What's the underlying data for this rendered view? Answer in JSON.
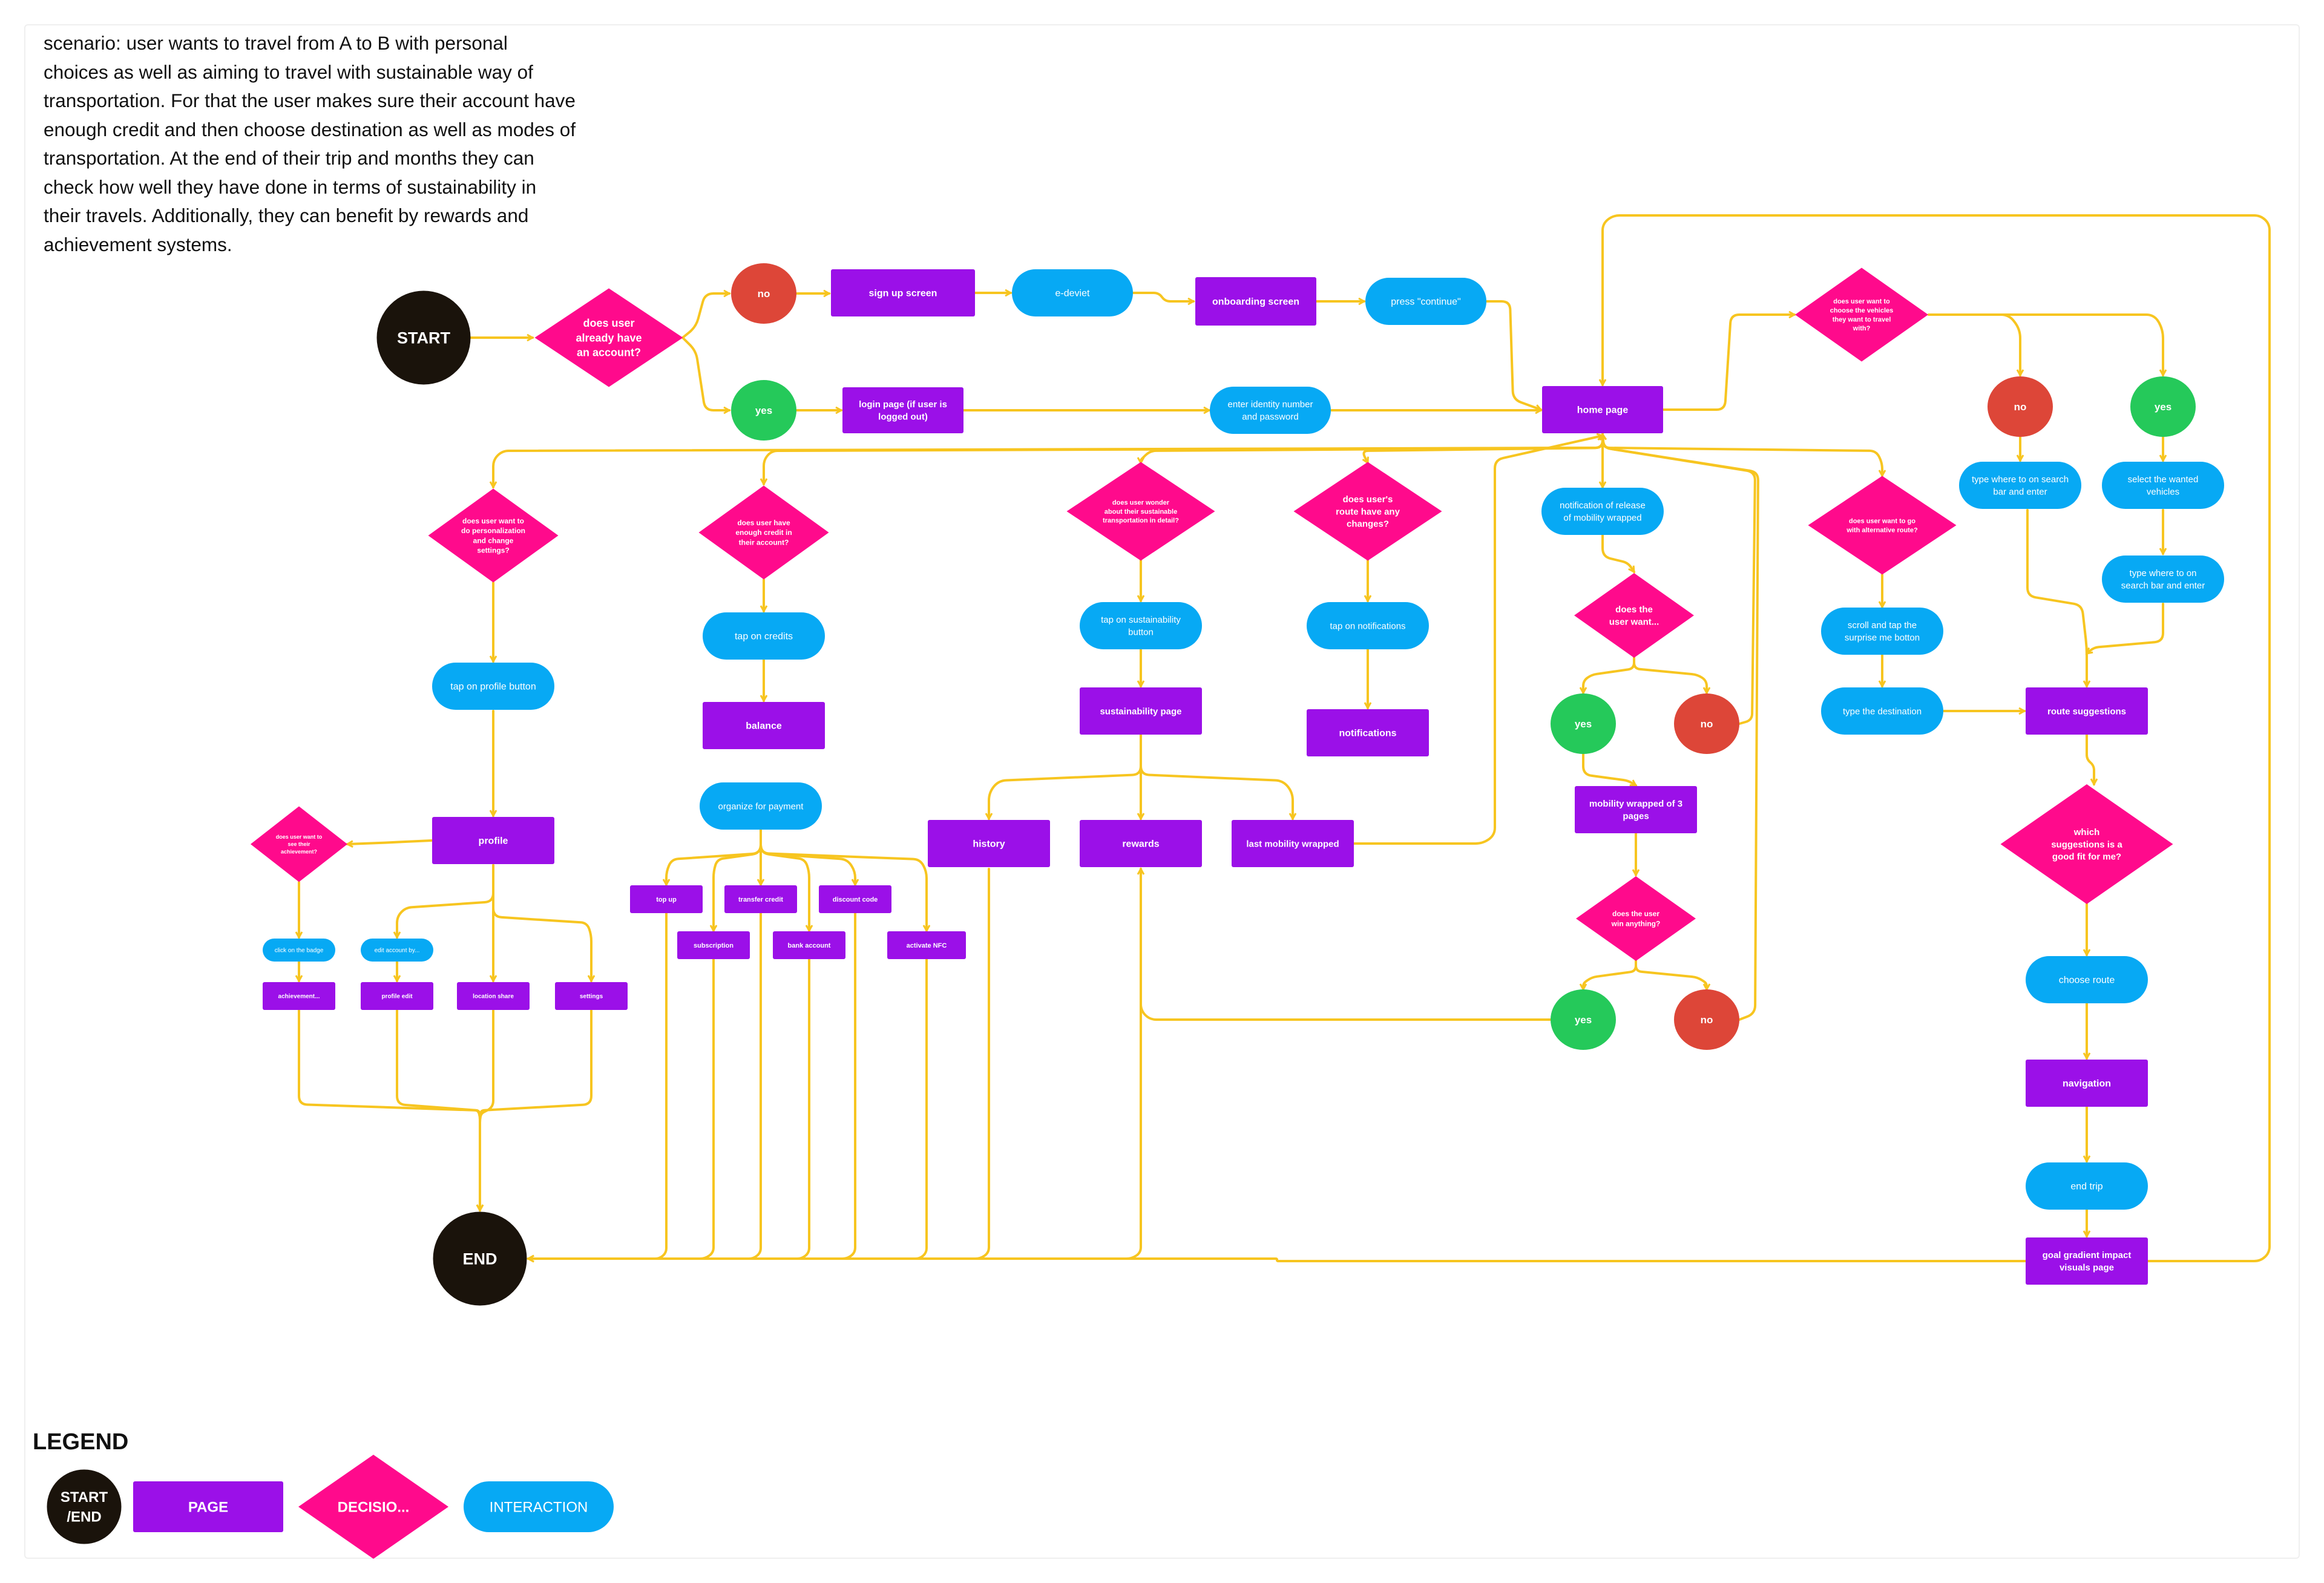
{
  "scenario": "scenario: user wants to travel from A to B with personal choices as well as aiming to travel with sustainable way of transportation. For that the user makes sure their account have enough credit and then choose destination as well as modes of transportation. At the end of their trip and months they can check how well they have done in terms of sustainability in their travels. Additionally, they can benefit by rewards and achievement systems.",
  "legend": {
    "title": "LEGEND",
    "items": [
      {
        "id": "lg-start-end",
        "kind": "terminal",
        "label": "START\n/END"
      },
      {
        "id": "lg-page",
        "kind": "page",
        "label": "PAGE"
      },
      {
        "id": "lg-decision",
        "kind": "decision",
        "label": "DECISIO..."
      },
      {
        "id": "lg-interaction",
        "kind": "interaction",
        "label": "INTERACTION"
      }
    ]
  },
  "colors": {
    "page": "#9b10e8",
    "decision": "#ff0a8c",
    "interaction": "#07a9f4",
    "terminal": "#1a130b",
    "yes": "#25c95a",
    "no": "#dd4638",
    "connector": "#f7c520"
  },
  "nodes": [
    {
      "id": "start",
      "kind": "terminal",
      "label": "START"
    },
    {
      "id": "q-account",
      "kind": "decision",
      "label": "does user\nalready have\nan account?"
    },
    {
      "id": "no-1",
      "kind": "no",
      "label": "no"
    },
    {
      "id": "yes-1",
      "kind": "yes",
      "label": "yes"
    },
    {
      "id": "signup",
      "kind": "page",
      "label": "sign up screen"
    },
    {
      "id": "e-deviet",
      "kind": "interaction",
      "label": "e-deviet"
    },
    {
      "id": "onboarding",
      "kind": "page",
      "label": "onboarding screen"
    },
    {
      "id": "press-continue",
      "kind": "interaction",
      "label": "press \"continue\""
    },
    {
      "id": "login",
      "kind": "page",
      "label": "login page (if user is\nlogged out)"
    },
    {
      "id": "enter-id",
      "kind": "interaction",
      "label": "enter identity number\nand password"
    },
    {
      "id": "home",
      "kind": "page",
      "label": "home page"
    },
    {
      "id": "q-vehicles",
      "kind": "decision",
      "label": "does user want to\nchoose the vehicles\nthey want to travel\nwith?"
    },
    {
      "id": "no-2",
      "kind": "no",
      "label": "no"
    },
    {
      "id": "yes-2",
      "kind": "yes",
      "label": "yes"
    },
    {
      "id": "type-search-1",
      "kind": "interaction",
      "label": "type where to on search\nbar and enter"
    },
    {
      "id": "select-vehicles",
      "kind": "interaction",
      "label": "select the wanted\nvehicles"
    },
    {
      "id": "type-search-2",
      "kind": "interaction",
      "label": "type where to on\nsearch bar and enter"
    },
    {
      "id": "q-personalize",
      "kind": "decision",
      "label": "does user want to\ndo personalization\nand change\nsettings?"
    },
    {
      "id": "tap-profile",
      "kind": "interaction",
      "label": "tap on profile button"
    },
    {
      "id": "profile",
      "kind": "page",
      "label": "profile"
    },
    {
      "id": "q-achievements",
      "kind": "decision",
      "label": "does user want to\nsee their\nachievement?"
    },
    {
      "id": "click-badge",
      "kind": "interaction",
      "label": "click on the badge"
    },
    {
      "id": "edit-account",
      "kind": "interaction",
      "label": "edit account by..."
    },
    {
      "id": "achievement-page",
      "kind": "page",
      "label": "achievement..."
    },
    {
      "id": "profile-edit",
      "kind": "page",
      "label": "profile edit"
    },
    {
      "id": "location-share",
      "kind": "page",
      "label": "location share"
    },
    {
      "id": "settings",
      "kind": "page",
      "label": "settings"
    },
    {
      "id": "end",
      "kind": "terminal",
      "label": "END"
    },
    {
      "id": "q-credit",
      "kind": "decision",
      "label": "does user have\nenough credit in\ntheir account?"
    },
    {
      "id": "tap-credits",
      "kind": "interaction",
      "label": "tap on credits"
    },
    {
      "id": "balance",
      "kind": "page",
      "label": "balance"
    },
    {
      "id": "organize-payment",
      "kind": "interaction",
      "label": "organize for payment"
    },
    {
      "id": "top-up",
      "kind": "page",
      "label": "top up"
    },
    {
      "id": "transfer-credit",
      "kind": "page",
      "label": "transfer credit"
    },
    {
      "id": "discount-code",
      "kind": "page",
      "label": "discount code"
    },
    {
      "id": "subscription",
      "kind": "page",
      "label": "subscription"
    },
    {
      "id": "bank-account",
      "kind": "page",
      "label": "bank account"
    },
    {
      "id": "activate-nfc",
      "kind": "page",
      "label": "activate NFC"
    },
    {
      "id": "q-sustainable",
      "kind": "decision",
      "label": "does user wonder\nabout their sustainable\ntransportation in detail?"
    },
    {
      "id": "tap-sustainability",
      "kind": "interaction",
      "label": "tap on sustainability\nbutton"
    },
    {
      "id": "sustainability-page",
      "kind": "page",
      "label": "sustainability page"
    },
    {
      "id": "history",
      "kind": "page",
      "label": "history"
    },
    {
      "id": "rewards",
      "kind": "page",
      "label": "rewards"
    },
    {
      "id": "last-mobility",
      "kind": "page",
      "label": "last mobility wrapped"
    },
    {
      "id": "q-route-changes",
      "kind": "decision",
      "label": "does user's\nroute have any\nchanges?"
    },
    {
      "id": "tap-notifications",
      "kind": "interaction",
      "label": "tap on notifications"
    },
    {
      "id": "notifications",
      "kind": "page",
      "label": "notifications"
    },
    {
      "id": "notif-release",
      "kind": "interaction",
      "label": "notification of release\nof mobility wrapped"
    },
    {
      "id": "q-user-want",
      "kind": "decision",
      "label": "does the\nuser want..."
    },
    {
      "id": "yes-3",
      "kind": "yes",
      "label": "yes"
    },
    {
      "id": "no-3",
      "kind": "no",
      "label": "no"
    },
    {
      "id": "mobility-3-pages",
      "kind": "page",
      "label": "mobility wrapped of 3\npages"
    },
    {
      "id": "q-win",
      "kind": "decision",
      "label": "does the user\nwin anything?"
    },
    {
      "id": "yes-4",
      "kind": "yes",
      "label": "yes"
    },
    {
      "id": "no-4",
      "kind": "no",
      "label": "no"
    },
    {
      "id": "q-alternative",
      "kind": "decision",
      "label": "does user want to go\nwith alternative route?"
    },
    {
      "id": "scroll-surprise",
      "kind": "interaction",
      "label": "scroll and tap the\nsurprise me botton"
    },
    {
      "id": "type-destination",
      "kind": "interaction",
      "label": "type the destination"
    },
    {
      "id": "route-suggestions",
      "kind": "page",
      "label": "route suggestions"
    },
    {
      "id": "q-good-fit",
      "kind": "decision",
      "label": "which\nsuggestions is a\ngood fit for me?"
    },
    {
      "id": "choose-route",
      "kind": "interaction",
      "label": "choose route"
    },
    {
      "id": "navigation",
      "kind": "page",
      "label": "navigation"
    },
    {
      "id": "end-trip",
      "kind": "interaction",
      "label": "end trip"
    },
    {
      "id": "goal-gradient",
      "kind": "page",
      "label": "goal gradient impact\nvisuals page"
    }
  ],
  "links": [
    [
      "start",
      "q-account"
    ],
    [
      "q-account",
      "no-1"
    ],
    [
      "q-account",
      "yes-1"
    ],
    [
      "no-1",
      "signup"
    ],
    [
      "signup",
      "e-deviet"
    ],
    [
      "e-deviet",
      "onboarding"
    ],
    [
      "onboarding",
      "press-continue"
    ],
    [
      "press-continue",
      "home"
    ],
    [
      "yes-1",
      "login"
    ],
    [
      "login",
      "enter-id"
    ],
    [
      "enter-id",
      "home"
    ],
    [
      "home",
      "q-vehicles"
    ],
    [
      "q-vehicles",
      "no-2"
    ],
    [
      "q-vehicles",
      "yes-2"
    ],
    [
      "no-2",
      "type-search-1"
    ],
    [
      "yes-2",
      "select-vehicles"
    ],
    [
      "select-vehicles",
      "type-search-2"
    ],
    [
      "type-search-1",
      "route-suggestions"
    ],
    [
      "type-search-2",
      "route-suggestions"
    ],
    [
      "home",
      "q-personalize"
    ],
    [
      "q-personalize",
      "tap-profile"
    ],
    [
      "tap-profile",
      "profile"
    ],
    [
      "profile",
      "q-achievements"
    ],
    [
      "q-achievements",
      "click-badge"
    ],
    [
      "click-badge",
      "achievement-page"
    ],
    [
      "profile",
      "edit-account"
    ],
    [
      "edit-account",
      "profile-edit"
    ],
    [
      "profile",
      "location-share"
    ],
    [
      "profile",
      "settings"
    ],
    [
      "achievement-page",
      "end"
    ],
    [
      "profile-edit",
      "end"
    ],
    [
      "location-share",
      "end"
    ],
    [
      "settings",
      "end"
    ],
    [
      "home",
      "q-credit"
    ],
    [
      "q-credit",
      "tap-credits"
    ],
    [
      "tap-credits",
      "balance"
    ],
    [
      "organize-payment",
      "top-up"
    ],
    [
      "organize-payment",
      "transfer-credit"
    ],
    [
      "organize-payment",
      "discount-code"
    ],
    [
      "organize-payment",
      "subscription"
    ],
    [
      "organize-payment",
      "bank-account"
    ],
    [
      "organize-payment",
      "activate-nfc"
    ],
    [
      "home",
      "q-sustainable"
    ],
    [
      "q-sustainable",
      "tap-sustainability"
    ],
    [
      "tap-sustainability",
      "sustainability-page"
    ],
    [
      "sustainability-page",
      "history"
    ],
    [
      "sustainability-page",
      "rewards"
    ],
    [
      "sustainability-page",
      "last-mobility"
    ],
    [
      "last-mobility",
      "home"
    ],
    [
      "home",
      "q-route-changes"
    ],
    [
      "q-route-changes",
      "tap-notifications"
    ],
    [
      "tap-notifications",
      "notifications"
    ],
    [
      "home",
      "notif-release"
    ],
    [
      "notif-release",
      "q-user-want"
    ],
    [
      "q-user-want",
      "yes-3"
    ],
    [
      "q-user-want",
      "no-3"
    ],
    [
      "yes-3",
      "mobility-3-pages"
    ],
    [
      "mobility-3-pages",
      "q-win"
    ],
    [
      "q-win",
      "yes-4"
    ],
    [
      "q-win",
      "no-4"
    ],
    [
      "yes-4",
      "rewards"
    ],
    [
      "no-3",
      "home"
    ],
    [
      "no-4",
      "home"
    ],
    [
      "home",
      "q-alternative"
    ],
    [
      "q-alternative",
      "scroll-surprise"
    ],
    [
      "scroll-surprise",
      "type-destination"
    ],
    [
      "type-destination",
      "route-suggestions"
    ],
    [
      "route-suggestions",
      "q-good-fit"
    ],
    [
      "q-good-fit",
      "choose-route"
    ],
    [
      "choose-route",
      "navigation"
    ],
    [
      "navigation",
      "end-trip"
    ],
    [
      "end-trip",
      "goal-gradient"
    ],
    [
      "goal-gradient",
      "home"
    ],
    [
      "goal-gradient",
      "end"
    ],
    [
      "top-up",
      "end"
    ],
    [
      "subscription",
      "end"
    ],
    [
      "transfer-credit",
      "end"
    ],
    [
      "bank-account",
      "end"
    ],
    [
      "discount-code",
      "end"
    ],
    [
      "activate-nfc",
      "end"
    ],
    [
      "history",
      "end"
    ],
    [
      "rewards",
      "end"
    ]
  ]
}
